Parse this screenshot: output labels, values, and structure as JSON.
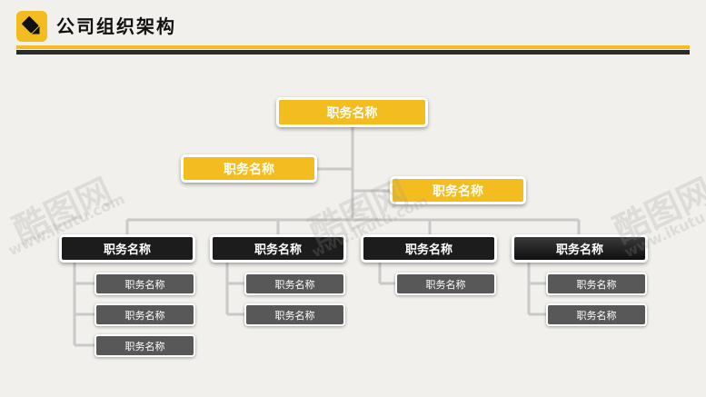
{
  "header": {
    "title": "公司组织架构",
    "icon": "pencil-icon"
  },
  "colors": {
    "accent": "#f3bd1f",
    "dark": "#1c1c1c",
    "gray": "#585858",
    "background": "#f1f0ec"
  },
  "org": {
    "top": "职务名称",
    "assistants": [
      "职务名称",
      "职务名称"
    ],
    "departments": [
      {
        "name": "职务名称",
        "members": [
          "职务名称",
          "职务名称",
          "职务名称"
        ]
      },
      {
        "name": "职务名称",
        "members": [
          "职务名称",
          "职务名称"
        ]
      },
      {
        "name": "职务名称",
        "members": [
          "职务名称"
        ]
      },
      {
        "name": "职务名称",
        "members": [
          "职务名称",
          "职务名称"
        ]
      }
    ]
  },
  "watermark": {
    "brand": "酷图网",
    "url": "www.ikutu.com"
  }
}
